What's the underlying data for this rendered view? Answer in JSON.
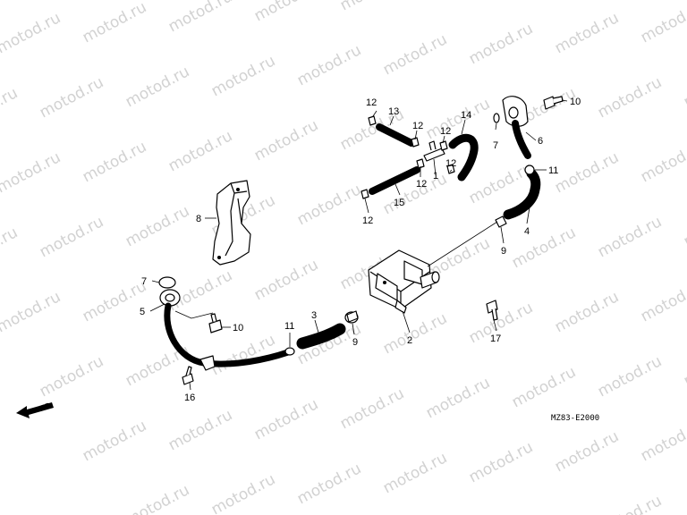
{
  "watermark_text": "motod.ru",
  "diagram_code": "MZ83-E2000",
  "direction_label": "FR.",
  "callouts": {
    "p1": "1",
    "p2": "2",
    "p3": "3",
    "p4": "4",
    "p5": "5",
    "p6": "6",
    "p7a": "7",
    "p7b": "7",
    "p8": "8",
    "p9a": "9",
    "p9b": "9",
    "p10a": "10",
    "p10b": "10",
    "p11a": "11",
    "p11b": "11",
    "p12a": "12",
    "p12b": "12",
    "p12c": "12",
    "p12d": "12",
    "p12e": "12",
    "p12f": "12",
    "p13": "13",
    "p14": "14",
    "p15": "15",
    "p16": "16",
    "p17": "17"
  }
}
